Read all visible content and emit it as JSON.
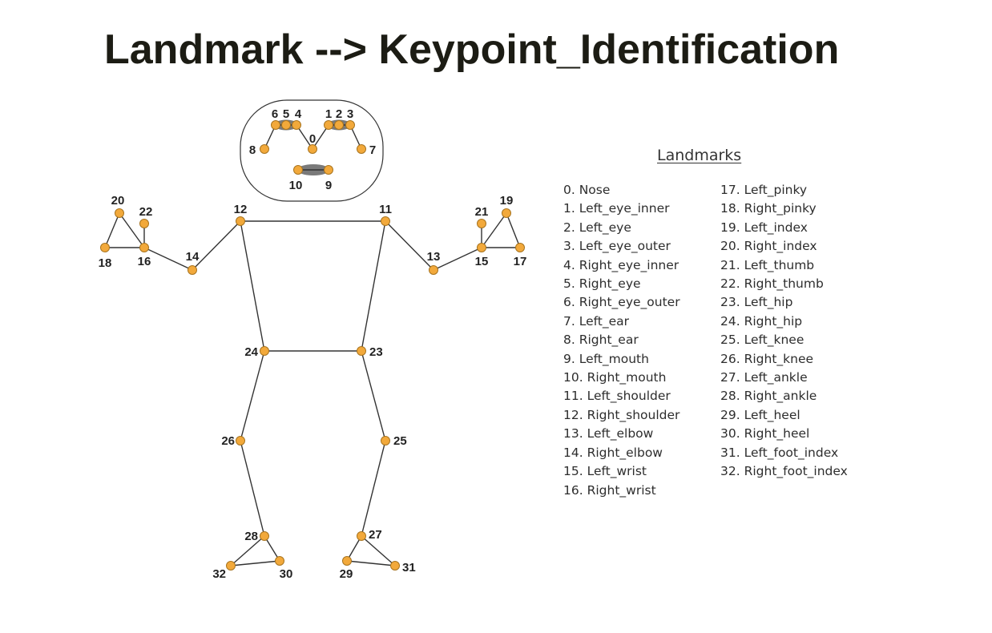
{
  "title": "Landmark --> Keypoint_Identification",
  "legend": {
    "heading": "Landmarks",
    "column_a": [
      "0. Nose",
      "1. Left_eye_inner",
      "2. Left_eye",
      "3. Left_eye_outer",
      "4. Right_eye_inner",
      "5. Right_eye",
      "6. Right_eye_outer",
      "7. Left_ear",
      "8. Right_ear",
      "9. Left_mouth",
      "10. Right_mouth",
      "11. Left_shoulder",
      "12. Right_shoulder",
      "13. Left_elbow",
      "14. Right_elbow",
      "15. Left_wrist",
      "16. Right_wrist"
    ],
    "column_b": [
      "17. Left_pinky",
      "18. Right_pinky",
      "19. Left_index",
      "20. Right_index",
      "21. Left_thumb",
      "22. Right_thumb",
      "23. Left_hip",
      "24. Right_hip",
      "25. Left_knee",
      "26. Right_knee",
      "27. Left_ankle",
      "28. Right_ankle",
      "29. Left_heel",
      "30. Right_heel",
      "31. Left_foot_index",
      "32. Right_foot_index"
    ]
  },
  "keypoints": [
    {
      "id": "0",
      "label": "0"
    },
    {
      "id": "1",
      "label": "1"
    },
    {
      "id": "2",
      "label": "2"
    },
    {
      "id": "3",
      "label": "3"
    },
    {
      "id": "4",
      "label": "4"
    },
    {
      "id": "5",
      "label": "5"
    },
    {
      "id": "6",
      "label": "6"
    },
    {
      "id": "7",
      "label": "7"
    },
    {
      "id": "8",
      "label": "8"
    },
    {
      "id": "9",
      "label": "9"
    },
    {
      "id": "10",
      "label": "10"
    },
    {
      "id": "11",
      "label": "11"
    },
    {
      "id": "12",
      "label": "12"
    },
    {
      "id": "13",
      "label": "13"
    },
    {
      "id": "14",
      "label": "14"
    },
    {
      "id": "15",
      "label": "15"
    },
    {
      "id": "16",
      "label": "16"
    },
    {
      "id": "17",
      "label": "17"
    },
    {
      "id": "18",
      "label": "18"
    },
    {
      "id": "19",
      "label": "19"
    },
    {
      "id": "20",
      "label": "20"
    },
    {
      "id": "21",
      "label": "21"
    },
    {
      "id": "22",
      "label": "22"
    },
    {
      "id": "23",
      "label": "23"
    },
    {
      "id": "24",
      "label": "24"
    },
    {
      "id": "25",
      "label": "25"
    },
    {
      "id": "26",
      "label": "26"
    },
    {
      "id": "27",
      "label": "27"
    },
    {
      "id": "28",
      "label": "28"
    },
    {
      "id": "29",
      "label": "29"
    },
    {
      "id": "30",
      "label": "30"
    },
    {
      "id": "31",
      "label": "31"
    },
    {
      "id": "32",
      "label": "32"
    }
  ],
  "connections": [
    [
      "12",
      "11"
    ],
    [
      "12",
      "14"
    ],
    [
      "14",
      "16"
    ],
    [
      "16",
      "18"
    ],
    [
      "16",
      "20"
    ],
    [
      "18",
      "20"
    ],
    [
      "16",
      "22"
    ],
    [
      "11",
      "13"
    ],
    [
      "13",
      "15"
    ],
    [
      "15",
      "17"
    ],
    [
      "15",
      "19"
    ],
    [
      "17",
      "19"
    ],
    [
      "15",
      "21"
    ],
    [
      "12",
      "24"
    ],
    [
      "11",
      "23"
    ],
    [
      "24",
      "23"
    ],
    [
      "24",
      "26"
    ],
    [
      "26",
      "28"
    ],
    [
      "28",
      "30"
    ],
    [
      "28",
      "32"
    ],
    [
      "30",
      "32"
    ],
    [
      "23",
      "25"
    ],
    [
      "25",
      "27"
    ],
    [
      "27",
      "29"
    ],
    [
      "27",
      "31"
    ],
    [
      "29",
      "31"
    ],
    [
      "8",
      "6"
    ],
    [
      "6",
      "5"
    ],
    [
      "5",
      "4"
    ],
    [
      "4",
      "0"
    ],
    [
      "0",
      "1"
    ],
    [
      "1",
      "2"
    ],
    [
      "2",
      "3"
    ],
    [
      "3",
      "7"
    ],
    [
      "10",
      "9"
    ]
  ],
  "colors": {
    "keypoint_fill": "#f2a93b",
    "keypoint_stroke": "#a8741f",
    "line": "#333333",
    "eye_mouth_fill": "#7a7a7a",
    "title": "#1c1c14"
  }
}
